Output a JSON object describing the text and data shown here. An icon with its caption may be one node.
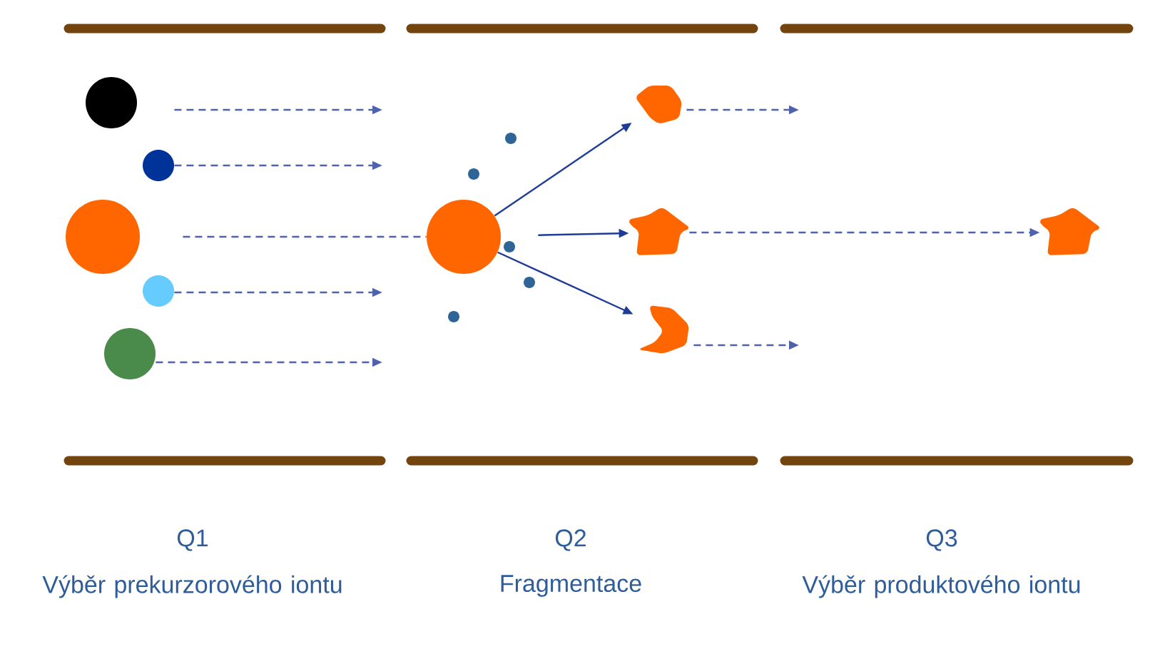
{
  "diagram": {
    "nodes": [
      {
        "text": [],
        "shape": "circle"
      },
      {
        "text": [],
        "shape": "circle"
      },
      {
        "text": [],
        "shape": "circle"
      },
      {
        "text": [],
        "shape": "circle"
      },
      {
        "text": [],
        "shape": "circle"
      },
      {
        "text": [],
        "shape": "circle"
      },
      {
        "text": [],
        "shape": "blob"
      },
      {
        "text": [],
        "shape": "blob"
      },
      {
        "text": [],
        "shape": "blob"
      },
      {
        "text": [],
        "shape": "blob"
      }
    ],
    "edges": [
      {
        "from": 0,
        "to": null,
        "arrow": "to",
        "style": "dashed"
      },
      {
        "from": 1,
        "to": null,
        "arrow": "to",
        "style": "dashed"
      },
      {
        "from": 2,
        "to": 5,
        "arrow": "none",
        "style": "dashed"
      },
      {
        "from": 3,
        "to": null,
        "arrow": "to",
        "style": "dashed"
      },
      {
        "from": 4,
        "to": null,
        "arrow": "to",
        "style": "dashed"
      },
      {
        "from": 5,
        "to": 6,
        "arrow": "to",
        "color": "#1f3c96"
      },
      {
        "from": 5,
        "to": 7,
        "arrow": "to",
        "color": "#1f3c96"
      },
      {
        "from": 5,
        "to": 8,
        "arrow": "to",
        "color": "#1f3c96"
      },
      {
        "from": 6,
        "to": null,
        "arrow": "to",
        "style": "dashed"
      },
      {
        "from": 7,
        "to": 9,
        "arrow": "to",
        "style": "dashed"
      },
      {
        "from": 8,
        "to": null,
        "arrow": "to",
        "style": "dashed"
      }
    ],
    "labels": [
      "Q1",
      "Výběr prekurzorového iontu",
      "Q2",
      "Fragmentace",
      "Q3",
      "Výběr produktového iontu"
    ]
  }
}
